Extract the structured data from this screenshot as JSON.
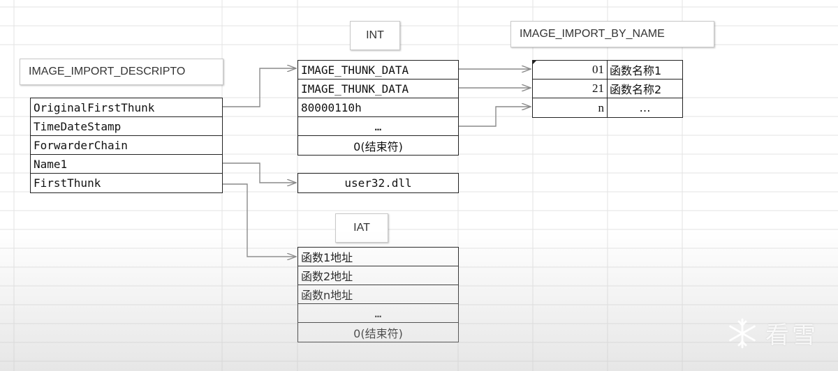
{
  "labels": {
    "descriptor": "IMAGE_IMPORT_DESCRIPTO",
    "int": "INT",
    "import_by_name": "IMAGE_IMPORT_BY_NAME",
    "iat": "IAT"
  },
  "descriptor_fields": [
    "OriginalFirstThunk",
    "TimeDateStamp",
    "ForwarderChain",
    "Name1",
    "FirstThunk"
  ],
  "int_rows": [
    "IMAGE_THUNK_DATA",
    "IMAGE_THUNK_DATA",
    "80000110h",
    "…",
    "0(结束符)"
  ],
  "dll_name": "user32.dll",
  "iat_rows": [
    "函数1地址",
    "函数2地址",
    "函数n地址",
    "…",
    "0(结束符)"
  ],
  "import_by_name_rows": [
    {
      "hint": "01",
      "name": "函数名称1"
    },
    {
      "hint": "21",
      "name": "函数名称2"
    },
    {
      "hint": "n",
      "name": "…"
    }
  ],
  "watermark": {
    "text": "看雪",
    "icon": "snowflake-icon"
  },
  "colors": {
    "arrow": "#8a8a8a",
    "grid": "#e3e3e3",
    "border": "#222222"
  }
}
